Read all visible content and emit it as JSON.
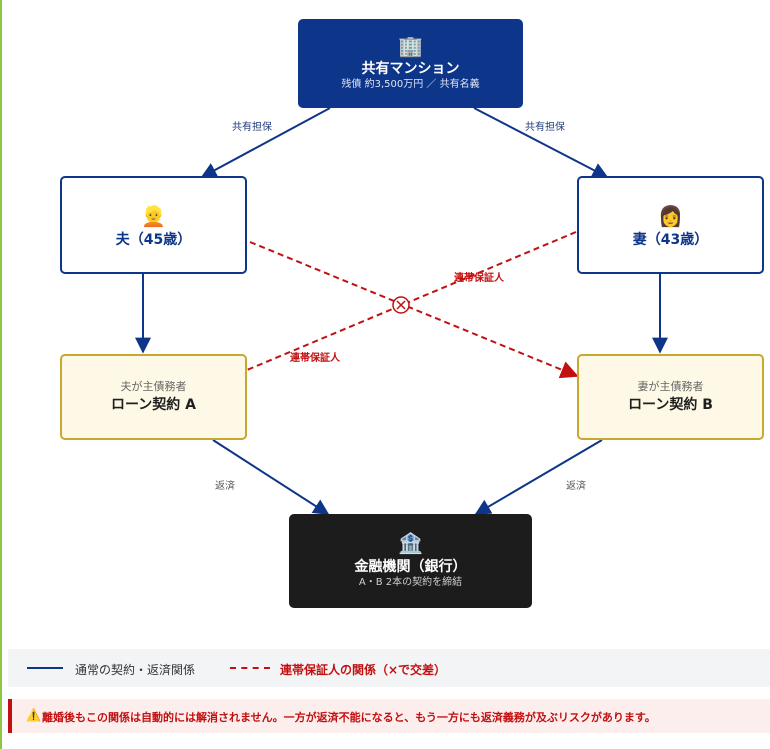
{
  "top_node": {
    "icon": "building-icon",
    "icon_glyph": "🏢",
    "title": "共有マンション",
    "subtitle": "残債 約3,500万円 ／ 共有名義"
  },
  "husband": {
    "icon": "man-icon",
    "icon_glyph": "👱",
    "name": "夫（45歳）"
  },
  "wife": {
    "icon": "woman-icon",
    "icon_glyph": "👩",
    "name": "妻（43歳）"
  },
  "loan_a": {
    "subtitle": "夫が主債務者",
    "title": "ローン契約 A"
  },
  "loan_b": {
    "subtitle": "妻が主債務者",
    "title": "ローン契約 B"
  },
  "bank_node": {
    "icon": "bank-icon",
    "icon_glyph": "🏦",
    "title": "金融機関（銀行）",
    "subtitle": "A・B 2本の契約を締結"
  },
  "edge_labels": {
    "collateral_left": "共有担保",
    "collateral_right": "共有担保",
    "guarantor_upper": "連帯保証人",
    "guarantor_lower": "連帯保証人",
    "repay_left": "返済",
    "repay_right": "返済"
  },
  "legend": {
    "solid_label": "通常の契約・返済関係",
    "dashed_label": "連帯保証人の関係（×で交差）"
  },
  "warning": {
    "icon": "warning-icon",
    "icon_glyph": "⚠️",
    "text": "離婚後もこの関係は自動的には解消されません。一方が返済不能になると、もう一方にも返済義務が及ぶリスクがあります。"
  },
  "colors": {
    "navy": "#0d3589",
    "loan_fill": "#fef9e6",
    "loan_border": "#c8a830",
    "bank": "#1c1c1c",
    "warning_red": "#c21010"
  }
}
